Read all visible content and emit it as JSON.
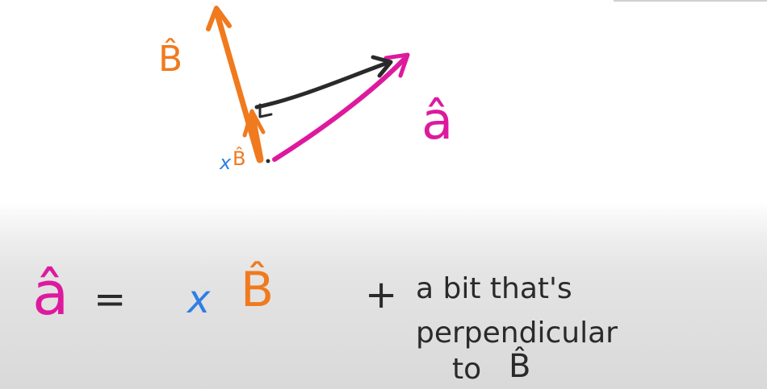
{
  "colors": {
    "magenta": "#dd1a9e",
    "orange": "#f07a1e",
    "black": "#2a2a2a",
    "blue": "#2f7ee6"
  },
  "diagram": {
    "label_b_hat": "B̂",
    "label_a_hat": "â",
    "label_x": "x",
    "label_xb_hat": "B̂"
  },
  "equation": {
    "lhs": "â",
    "equals": "=",
    "coef": "x",
    "vector": "B̂",
    "plus": "+",
    "line1": "a bit that's",
    "line2": "perpendicular",
    "line3_to": "to",
    "line3_vec": "B̂"
  }
}
